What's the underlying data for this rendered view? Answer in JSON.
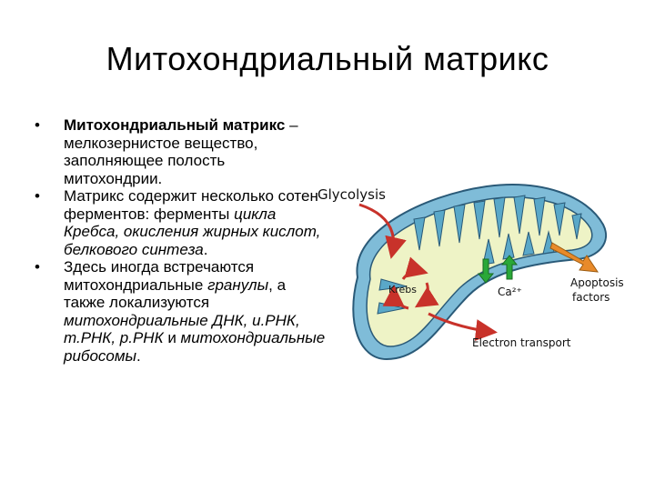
{
  "title": "Митохондриальный матрикс",
  "bullets": [
    {
      "bold": "Митохондриальный матрикс",
      "text": " – мелкозернистое вещество, заполняющее полость митохондрии."
    },
    {
      "plain": "Матрикс содержит несколько сотен ферментов: ферменты ",
      "italic": "цикла Кребса, окисления жирных кислот, белкового синтеза",
      "end": "."
    },
    {
      "plain1": "Здесь иногда встречаются митохондриальные ",
      "italic1": "гранулы",
      "plain2": ", а также локализуются ",
      "italic2": "митохондриальные ДНК, и.РНК, т.РНК, р.РНК",
      "plain3": " и ",
      "italic3": "митохондриальные рибосомы",
      "end": "."
    }
  ],
  "bullet_glyph": "•",
  "diagram": {
    "labels": {
      "glycolysis": "Glycolysis",
      "krebs": "Krebs",
      "calcium": "Ca²⁺",
      "apoptosis_line1": "Apoptosis",
      "apoptosis_line2": "factors",
      "electron_transport": "Electron transport"
    },
    "colors": {
      "outer_membrane": "#7fbcd8",
      "inner_fill": "#eef3c6",
      "cristae": "#5aa8c8",
      "red_arrow": "#c8322a",
      "green_arrow": "#2aa838",
      "orange_arrow": "#e88a2a"
    }
  }
}
